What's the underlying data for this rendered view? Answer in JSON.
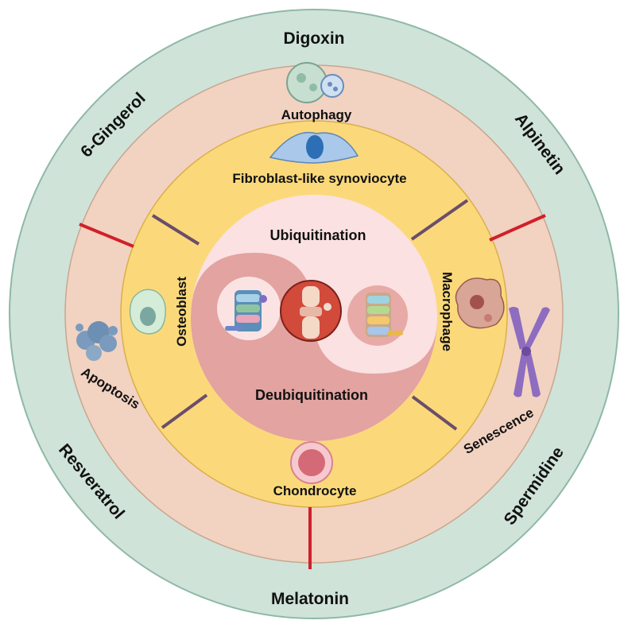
{
  "drugs": {
    "top": "Digoxin",
    "upper_right": "Alpinetin",
    "lower_right": "Spermidine",
    "bottom": "Melatonin",
    "lower_left": "Resveratrol",
    "upper_left": "6-Gingerol"
  },
  "processes": {
    "top": "Autophagy",
    "right": "Senescence",
    "left": "Apoptosis"
  },
  "cells": {
    "top": "Fibroblast-like synoviocyte",
    "right": "Macrophage",
    "bottom": "Chondrocyte",
    "left": "Osteoblast"
  },
  "center": {
    "top": "Ubiquitination",
    "bottom": "Deubiquitination"
  },
  "colors": {
    "outer_ring": "#cfe3d9",
    "middle_ring": "#f2d2c1",
    "inner_ring": "#fbd97a",
    "yin_light": "#fbe1e1",
    "yin_dark": "#e3a3a0",
    "divider_red": "#d0202a",
    "divider_purple": "#6b4d6b"
  }
}
